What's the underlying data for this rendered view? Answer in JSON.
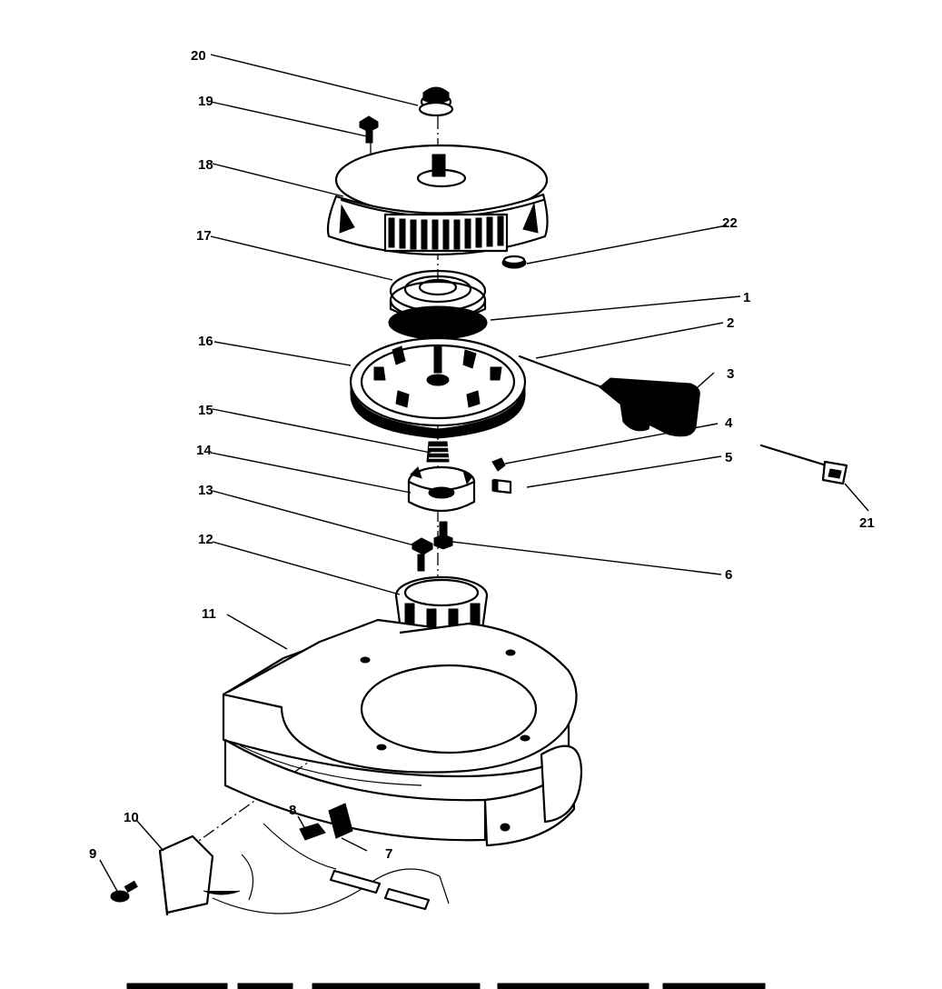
{
  "figure": {
    "callouts": [
      {
        "id": "c1",
        "label": "1"
      },
      {
        "id": "c2",
        "label": "2"
      },
      {
        "id": "c3",
        "label": "3"
      },
      {
        "id": "c4",
        "label": "4"
      },
      {
        "id": "c5",
        "label": "5"
      },
      {
        "id": "c6",
        "label": "6"
      },
      {
        "id": "c7",
        "label": "7"
      },
      {
        "id": "c8",
        "label": "8"
      },
      {
        "id": "c9",
        "label": "9"
      },
      {
        "id": "c10",
        "label": "10"
      },
      {
        "id": "c11",
        "label": "11"
      },
      {
        "id": "c12",
        "label": "12"
      },
      {
        "id": "c13",
        "label": "13"
      },
      {
        "id": "c14",
        "label": "14"
      },
      {
        "id": "c15",
        "label": "15"
      },
      {
        "id": "c16",
        "label": "16"
      },
      {
        "id": "c17",
        "label": "17"
      },
      {
        "id": "c18",
        "label": "18"
      },
      {
        "id": "c19",
        "label": "19"
      },
      {
        "id": "c20",
        "label": "20"
      },
      {
        "id": "c21",
        "label": "21"
      },
      {
        "id": "c22",
        "label": "22"
      }
    ]
  }
}
